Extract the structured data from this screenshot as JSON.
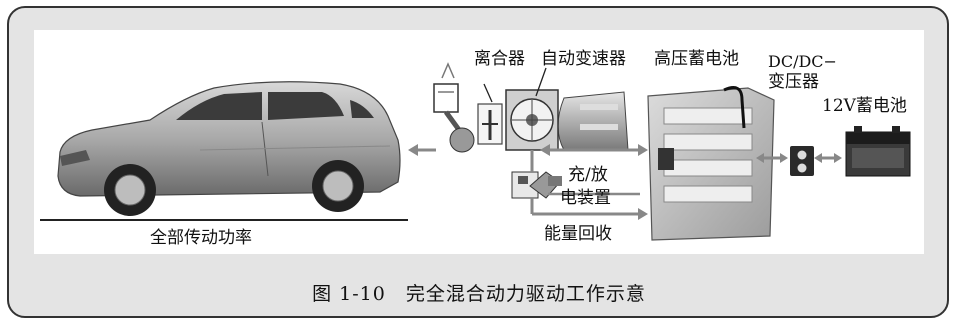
{
  "labels": {
    "clutch": "离合器",
    "auto_transmission": "自动变速器",
    "hv_battery": "高压蓄电池",
    "dcdc_line1": "DC/DC−",
    "dcdc_line2": "变压器",
    "battery_12v": "12V蓄电池",
    "charger_line1": "充/放",
    "charger_line2": "电装置",
    "energy_recovery": "能量回收",
    "full_drive_power": "全部传动功率"
  },
  "caption": "图 1-10　完全混合动力驱动工作示意"
}
